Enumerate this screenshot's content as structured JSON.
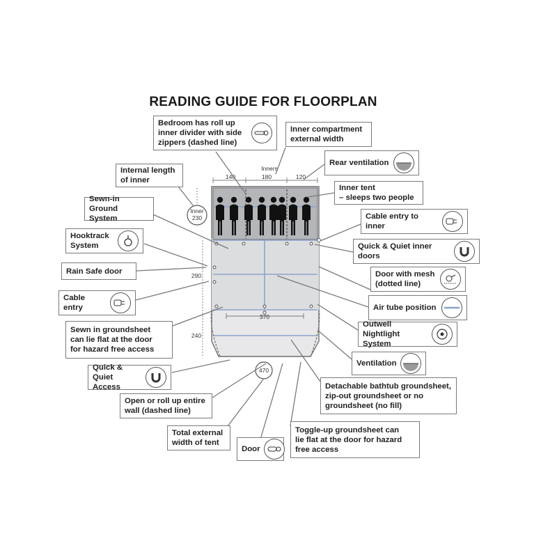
{
  "title": "READING GUIDE FOR FLOORPLAN",
  "dimensions": {
    "inners": "Inners",
    "inner_widths": [
      "140",
      "180",
      "120"
    ],
    "inner_length_badge": "Inner\n230",
    "left_290": "290",
    "left_240": "240",
    "width_370": "370",
    "total_470": "470"
  },
  "labels": {
    "bedroom_divider": "Bedroom has roll up\ninner divider with side\nzippers (dashed line)",
    "inner_compartment": "Inner compartment\nexternal width",
    "internal_length": "Internal length\nof inner",
    "rear_ventilation": "Rear ventilation",
    "inner_tent": "Inner tent\n– sleeps two people",
    "sewn_in_ground": "Sewn-in Ground\nSystem",
    "cable_entry_inner": "Cable entry to inner",
    "hooktrack": "Hooktrack\nSystem",
    "quick_quiet_inner": "Quick & Quiet inner doors",
    "rain_safe": "Rain Safe door",
    "door_mesh": "Door with mesh\n(dotted line)",
    "cable_entry": "Cable entry",
    "air_tube": "Air tube position",
    "sewn_in_groundsheet": "Sewn in groundsheet\ncan lie flat at the door\nfor hazard free access",
    "nightlight": "Outwell Nightlight\nSystem",
    "quick_quiet_access": "Quick & Quiet\nAccess",
    "ventilation": "Ventilation",
    "detachable": "Detachable bathtub groundsheet,\nzip-out groundsheet or no\ngroundsheet (no fill)",
    "open_roll": "Open or roll up entire\nwall (dashed line)",
    "total_width": "Total external\nwidth of tent",
    "door": "Door",
    "toggle_up": "Toggle-up groundsheet can\nlie flat at the door for hazard\nfree access"
  },
  "icons": {
    "bedroom_divider": "zipper-icon",
    "rear_ventilation": "half-circle-vent-icon",
    "cable_entry_inner": "plug-icon",
    "hooktrack": "hook-icon",
    "quick_quiet_inner": "magnet-icon",
    "door_mesh": "toggle-mesh-icon",
    "cable_entry": "plug-icon",
    "air_tube": "air-tube-icon",
    "nightlight": "nightlight-icon",
    "quick_quiet_access": "magnet-icon",
    "ventilation": "half-circle-vent-icon",
    "door": "toggle-icon"
  },
  "colors": {
    "bedroom_fill": "#b4b6b9",
    "tent_fill": "#dcdddf",
    "porch_fill": "#e8e8ea",
    "tube": "#8aa4cc",
    "line": "#6f6f6f",
    "sleeper": "#111111"
  },
  "sleepers": 8
}
